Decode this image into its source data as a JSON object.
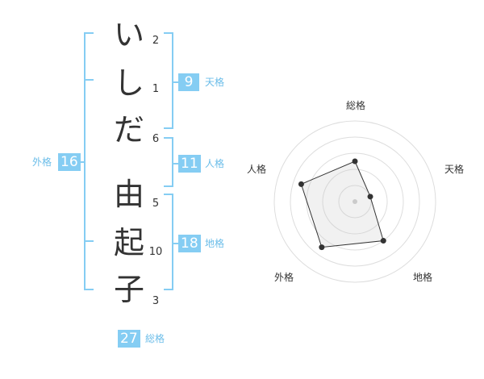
{
  "name_chars": [
    {
      "char": "い",
      "strokes": "2"
    },
    {
      "char": "し",
      "strokes": "1"
    },
    {
      "char": "だ",
      "strokes": "6"
    },
    {
      "char": "由",
      "strokes": "5"
    },
    {
      "char": "起",
      "strokes": "10"
    },
    {
      "char": "子",
      "strokes": "3"
    }
  ],
  "fortune": {
    "tenkaku": {
      "value": "9",
      "label": "天格"
    },
    "jinkaku": {
      "value": "11",
      "label": "人格"
    },
    "chikaku": {
      "value": "18",
      "label": "地格"
    },
    "gaikaku": {
      "value": "16",
      "label": "外格"
    },
    "soukaku": {
      "value": "27",
      "label": "総格"
    }
  },
  "colors": {
    "accent": "#85cdf3",
    "label": "#6bbde9"
  },
  "radar": {
    "axes": [
      "総格",
      "天格",
      "地格",
      "外格",
      "人格"
    ],
    "values": [
      2.5,
      1,
      3,
      3.5,
      3.5
    ],
    "max": 5
  }
}
